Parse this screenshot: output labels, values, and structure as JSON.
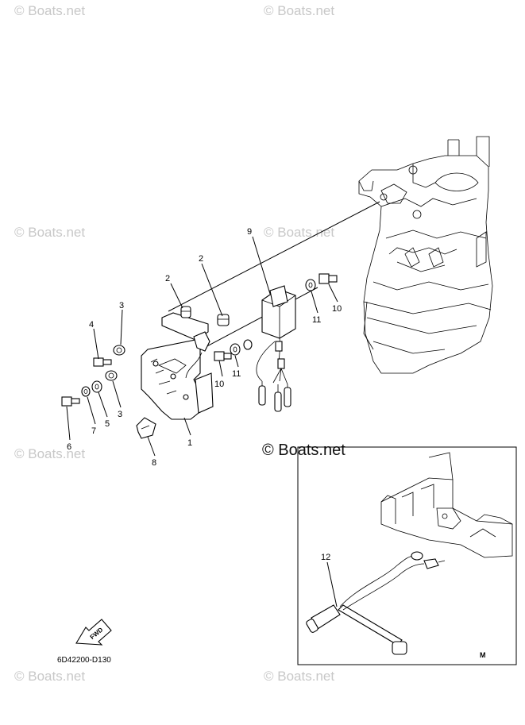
{
  "watermark": "© Boats.net",
  "watermark_inset": "© Boats.net",
  "callouts": {
    "c1": "1",
    "c2a": "2",
    "c2b": "2",
    "c3a": "3",
    "c3b": "3",
    "c4": "4",
    "c5": "5",
    "c6": "6",
    "c7": "7",
    "c8": "8",
    "c9": "9",
    "c10a": "10",
    "c10b": "10",
    "c11a": "11",
    "c11b": "11",
    "c12": "12"
  },
  "fwd_label": "FWD",
  "diagram_code": "6D42200-D130",
  "inset_mark": "M"
}
